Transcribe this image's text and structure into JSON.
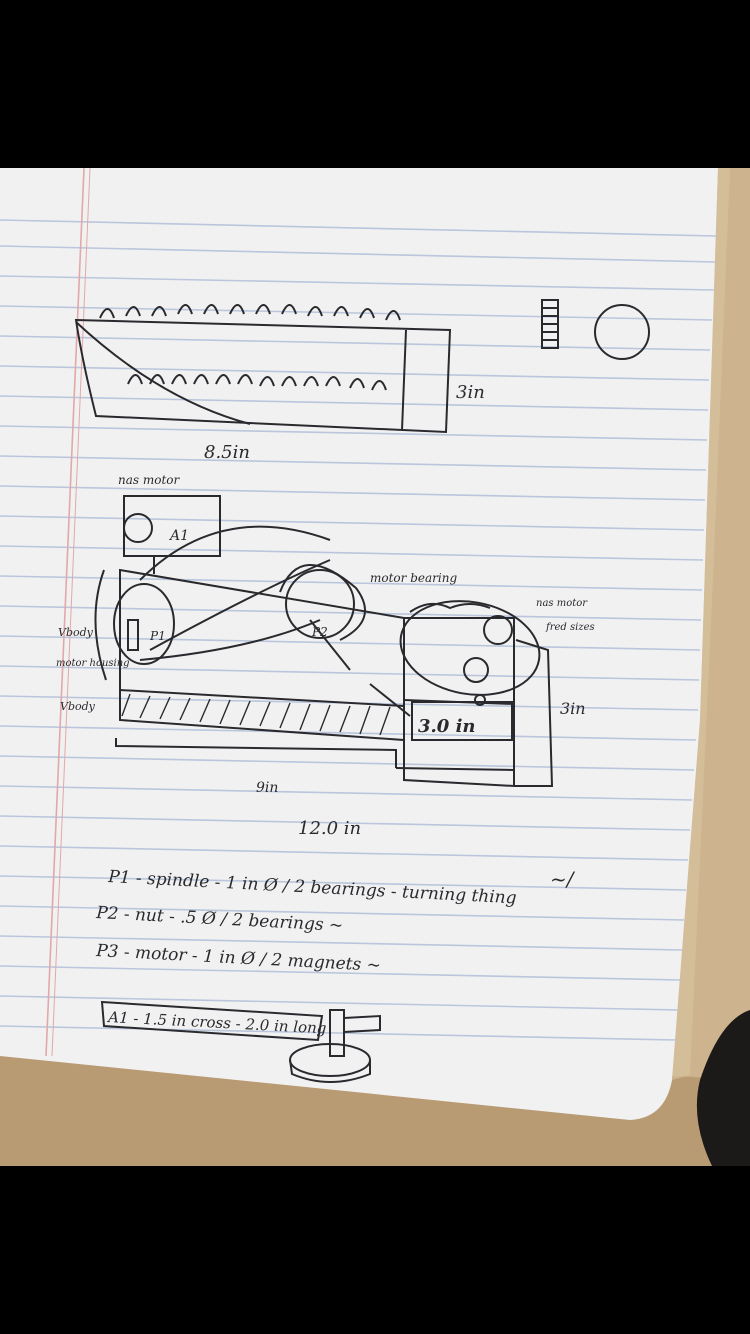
{
  "photo": {
    "subject": "handwritten sketch on ruled notebook paper",
    "colors": {
      "background": "#000000",
      "paper": "#f2f1f2",
      "rule_line": "#b9c6dc",
      "margin_line": "#e2a8a8",
      "ink": "#2a2a2e",
      "desk": "#cdb48e"
    }
  },
  "top_drawing": {
    "height_label": "3in",
    "width_label": "8.5in"
  },
  "middle_drawing": {
    "label_top_left": "nas motor",
    "label_box": "A1",
    "label_center": "motor bearing",
    "label_right_top": "nas motor",
    "label_right": "fred sizes",
    "label_p1": "P1",
    "label_p2": "P2",
    "label_left_1": "Vbody",
    "label_left_2": "motor housing",
    "label_left_3": "Vbody",
    "label_block": "3.0 in",
    "label_right_height": "3in",
    "label_bottom_width": "9in",
    "label_total_width": "12.0 in"
  },
  "notes": {
    "line_1": "P1 - spindle - 1 in Ø / 2 bearings - turning thing",
    "line_2": "P2 - nut - .5 Ø / 2 bearings ~",
    "line_3": "P3 - motor - 1 in Ø / 2 magnets ~",
    "boxed_line": "A1 - 1.5 in cross - 2.0 in long",
    "corner_mark": "~/"
  }
}
